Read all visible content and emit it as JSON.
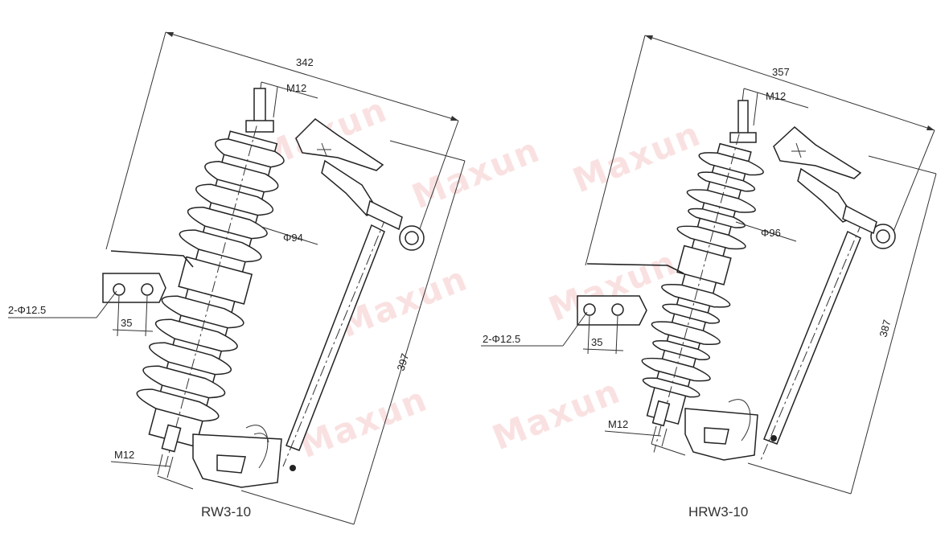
{
  "watermark": {
    "text": "Maxun",
    "color": "#f6c9c9"
  },
  "left": {
    "model": "RW3-10",
    "dims": {
      "width_top": "342",
      "thread_top": "M12",
      "shed_diameter": "Φ94",
      "height": "397",
      "holes": "2-Φ12.5",
      "hole_pitch": "35",
      "thread_bottom": "M12"
    }
  },
  "right": {
    "model": "HRW3-10",
    "dims": {
      "width_top": "357",
      "thread_top": "M12",
      "shed_diameter": "Φ96",
      "height": "387",
      "holes": "2-Φ12.5",
      "hole_pitch": "35",
      "thread_bottom": "M12"
    }
  }
}
